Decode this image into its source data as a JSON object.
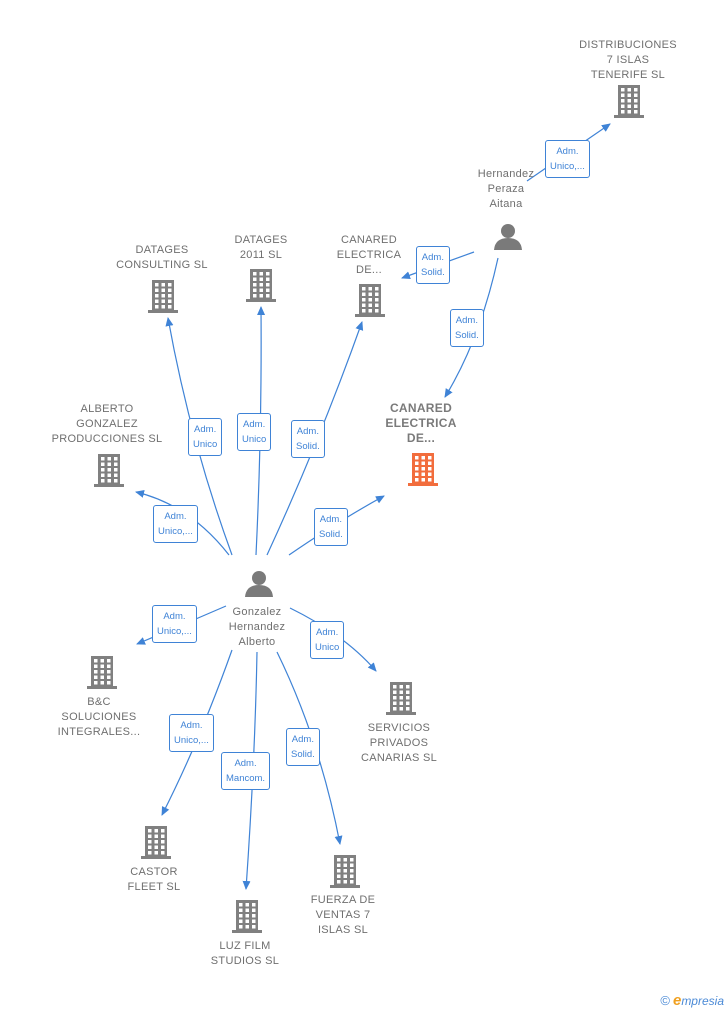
{
  "colors": {
    "edge": "#3f83d6",
    "company_icon": "#808080",
    "focus_icon": "#f26d3d",
    "person_icon": "#7a7a7a",
    "label": "#6f6f6f"
  },
  "nodes": [
    {
      "id": "distribuciones",
      "type": "company",
      "label": "DISTRIBUCIONES\n7 ISLAS\nTENERIFE SL"
    },
    {
      "id": "hernandez",
      "type": "person",
      "label": "Hernandez\nPeraza\nAitana"
    },
    {
      "id": "datages_consulting",
      "type": "company",
      "label": "DATAGES\nCONSULTING SL"
    },
    {
      "id": "datages_2011",
      "type": "company",
      "label": "DATAGES\n2011 SL"
    },
    {
      "id": "canared_1",
      "type": "company",
      "label": "CANARED\nELECTRICA\nDE..."
    },
    {
      "id": "canared_focus",
      "type": "focus",
      "label": "CANARED\nELECTRICA\nDE..."
    },
    {
      "id": "alberto_gonzalez",
      "type": "company",
      "label": "ALBERTO\nGONZALEZ\nPRODUCCIONES SL"
    },
    {
      "id": "gonzalez",
      "type": "person",
      "label": "Gonzalez\nHernandez\nAlberto"
    },
    {
      "id": "bc",
      "type": "company",
      "label": "B&C\nSOLUCIONES\nINTEGRALES..."
    },
    {
      "id": "servicios",
      "type": "company",
      "label": "SERVICIOS\nPRIVADOS\nCANARIAS SL"
    },
    {
      "id": "castor",
      "type": "company",
      "label": "CASTOR\nFLEET  SL"
    },
    {
      "id": "luz_film",
      "type": "company",
      "label": "LUZ FILM\nSTUDIOS  SL"
    },
    {
      "id": "fuerza",
      "type": "company",
      "label": "FUERZA DE\nVENTAS 7\nISLAS SL"
    }
  ],
  "edges": [
    {
      "from": "hernandez",
      "to": "distribuciones",
      "label": "Adm.\nUnico,..."
    },
    {
      "from": "hernandez",
      "to": "canared_1",
      "label": "Adm.\nSolid."
    },
    {
      "from": "hernandez",
      "to": "canared_focus",
      "label": "Adm.\nSolid."
    },
    {
      "from": "gonzalez",
      "to": "datages_consulting",
      "label": "Adm.\nUnico"
    },
    {
      "from": "gonzalez",
      "to": "datages_2011",
      "label": "Adm.\nUnico"
    },
    {
      "from": "gonzalez",
      "to": "canared_1",
      "label": "Adm.\nSolid."
    },
    {
      "from": "gonzalez",
      "to": "alberto_gonzalez",
      "label": "Adm.\nUnico,..."
    },
    {
      "from": "gonzalez",
      "to": "canared_focus",
      "label": "Adm.\nSolid."
    },
    {
      "from": "gonzalez",
      "to": "bc",
      "label": "Adm.\nUnico,..."
    },
    {
      "from": "gonzalez",
      "to": "servicios",
      "label": "Adm.\nUnico"
    },
    {
      "from": "gonzalez",
      "to": "castor",
      "label": "Adm.\nUnico,..."
    },
    {
      "from": "gonzalez",
      "to": "luz_film",
      "label": "Adm.\nMancom."
    },
    {
      "from": "gonzalez",
      "to": "fuerza",
      "label": "Adm.\nSolid."
    }
  ],
  "footer": {
    "copyright": "©",
    "brand_initial": "e",
    "brand_rest": "mpresia"
  }
}
